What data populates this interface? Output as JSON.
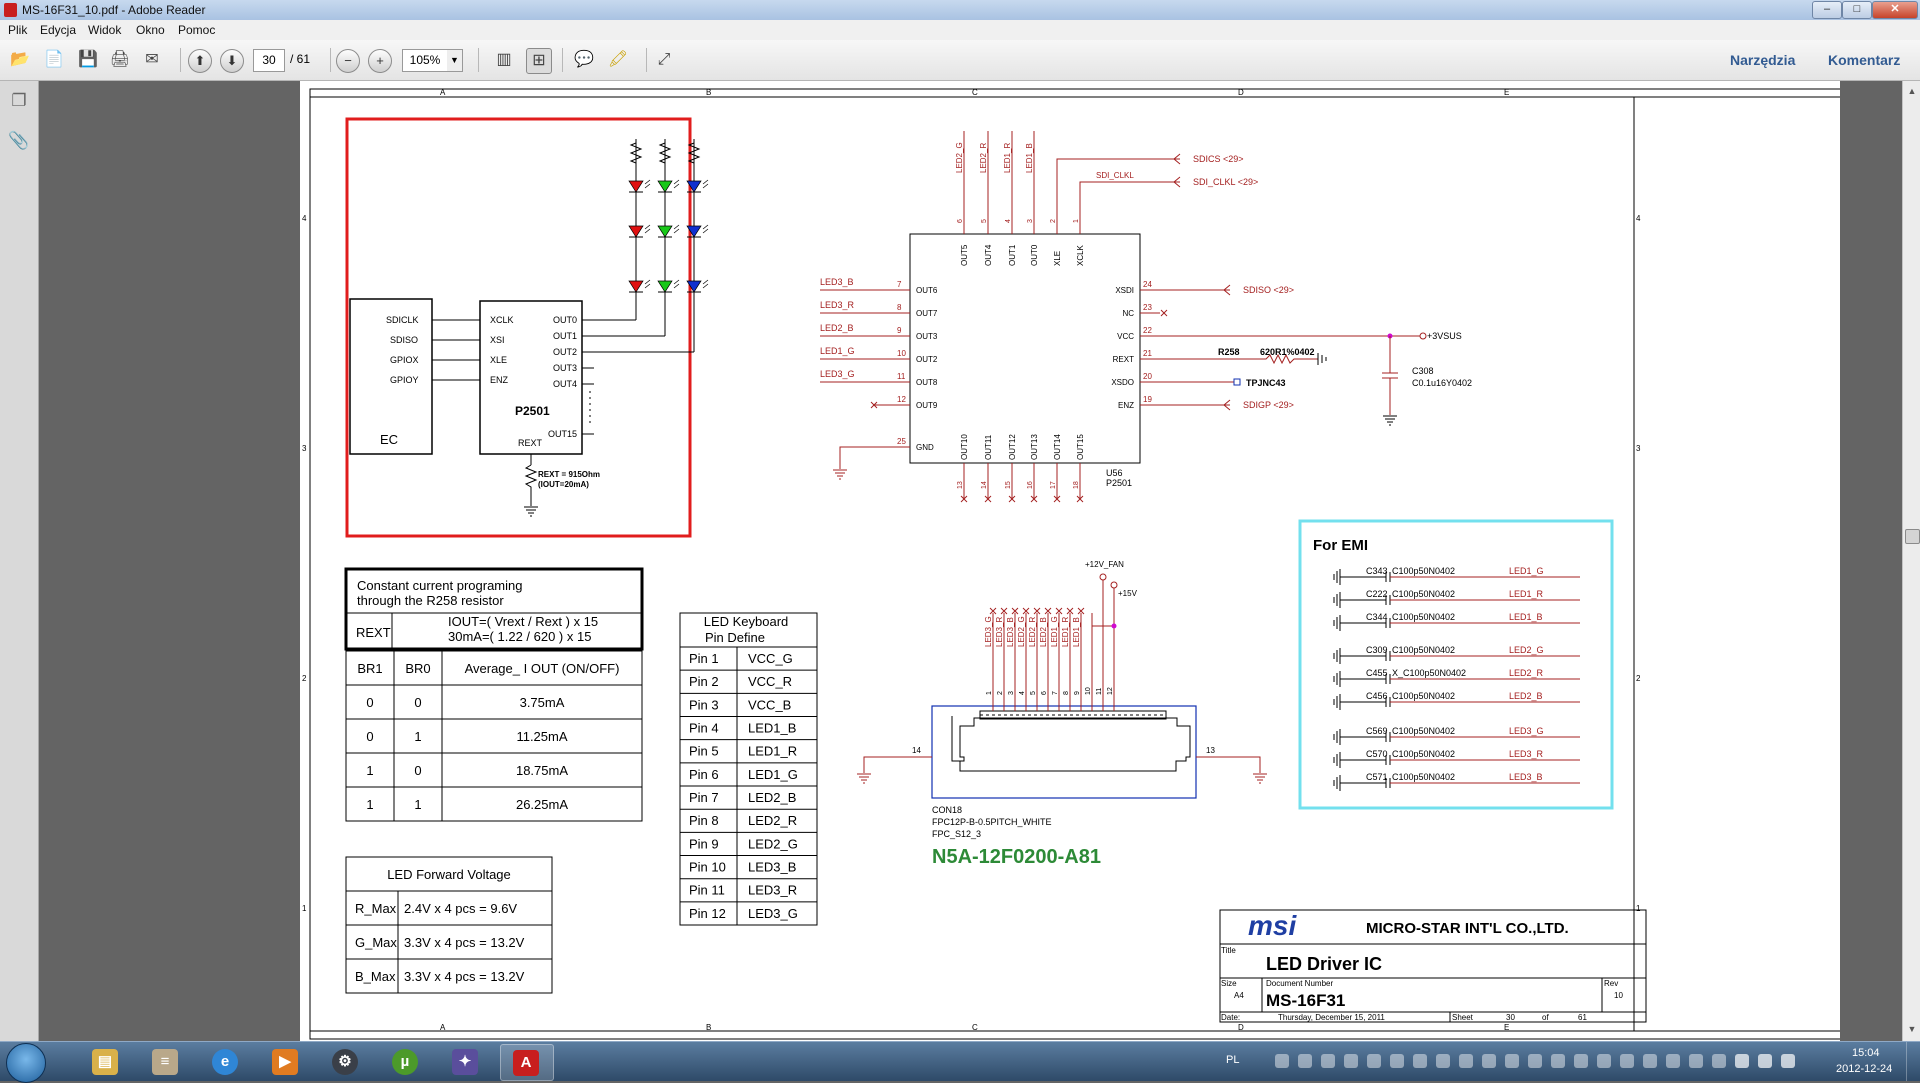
{
  "window": {
    "title": "MS-16F31_10.pdf - Adobe Reader",
    "min": "–",
    "max": "□",
    "close": "✕"
  },
  "menu": [
    "Plik",
    "Edycja",
    "Widok",
    "Okno",
    "Pomoc"
  ],
  "toolbar": {
    "page_current": "30",
    "page_total": "/ 61",
    "zoom": "105%",
    "tools_label": "Narzędzia",
    "comment_label": "Komentarz"
  },
  "schematic": {
    "zone_letters": [
      "A",
      "B",
      "C",
      "D",
      "E"
    ],
    "zone_numbers": [
      "4",
      "3",
      "2",
      "1"
    ],
    "diagram": {
      "ec_label": "EC",
      "ec_pins": [
        "SDICLK",
        "SDISO",
        "GPIOX",
        "GPIOY"
      ],
      "chip_left_pins": [
        "XCLK",
        "XSI",
        "XLE",
        "ENZ"
      ],
      "chip_right_pins": [
        "OUT0",
        "OUT1",
        "OUT2",
        "OUT3",
        "OUT4",
        "OUT15"
      ],
      "chip_name": "P2501",
      "rext_label": "REXT",
      "rext_note1": "REXT = 915Ohm",
      "rext_note2": "(IOUT=20mA)"
    },
    "current_box": {
      "line1": "Constant current programing",
      "line2": "through the R258 resistor",
      "rext_label": "REXT",
      "formula1": "IOUT=( Vrext / Rext ) x 15",
      "formula2": "30mA=( 1.22 /  620 )  x 15"
    },
    "br_table": {
      "headers": [
        "BR1",
        "BR0",
        "Average_ I OUT (ON/OFF)"
      ],
      "rows": [
        [
          "0",
          "0",
          "3.75mA"
        ],
        [
          "0",
          "1",
          "11.25mA"
        ],
        [
          "1",
          "0",
          "18.75mA"
        ],
        [
          "1",
          "1",
          "26.25mA"
        ]
      ]
    },
    "vf_table": {
      "title": "LED Forward Voltage",
      "rows": [
        [
          "R_Max",
          "2.4V x 4 pcs = 9.6V"
        ],
        [
          "G_Max",
          "3.3V x 4 pcs = 13.2V"
        ],
        [
          "B_Max",
          "3.3V x 4 pcs = 13.2V"
        ]
      ]
    },
    "pin_table": {
      "title1": "LED Keyboard",
      "title2": "Pin Define",
      "rows": [
        [
          "Pin 1",
          "VCC_G"
        ],
        [
          "Pin 2",
          "VCC_R"
        ],
        [
          "Pin 3",
          "VCC_B"
        ],
        [
          "Pin 4",
          "LED1_B"
        ],
        [
          "Pin 5",
          "LED1_R"
        ],
        [
          "Pin 6",
          "LED1_G"
        ],
        [
          "Pin 7",
          "LED2_B"
        ],
        [
          "Pin 8",
          "LED2_R"
        ],
        [
          "Pin 9",
          "LED2_G"
        ],
        [
          "Pin 10",
          "LED3_B"
        ],
        [
          "Pin 11",
          "LED3_R"
        ],
        [
          "Pin 12",
          "LED3_G"
        ]
      ]
    },
    "u56": {
      "top_nets": [
        "LED2_G",
        "LED2_R",
        "LED1_R",
        "LED1_B"
      ],
      "top_pin_nums": [
        "6",
        "5",
        "4",
        "3",
        "2",
        "1"
      ],
      "top_pins": [
        "OUT5",
        "OUT4",
        "OUT1",
        "OUT0",
        "XLE",
        "XCLK"
      ],
      "sdics": "SDICS  <29>",
      "sdi_clkl_wire": "SDI_CLKL",
      "sdi_clkl": "SDI_CLKL  <29>",
      "left_nets": [
        "LED3_B",
        "LED3_R",
        "LED2_B",
        "LED1_G",
        "LED3_G"
      ],
      "left_pin_nums": [
        "7",
        "8",
        "9",
        "10",
        "11",
        "12"
      ],
      "left_pins": [
        "OUT6",
        "OUT7",
        "OUT3",
        "OUT2",
        "OUT8",
        "OUT9"
      ],
      "gnd_pin": "GND",
      "gnd_num": "25",
      "right_pins": [
        "XSDI",
        "NC",
        "VCC",
        "REXT",
        "XSDO",
        "ENZ"
      ],
      "right_pin_nums": [
        "24",
        "23",
        "22",
        "21",
        "20",
        "19"
      ],
      "sdiso": "SDISO  <29>",
      "sdigp": "SDIGP  <29>",
      "vsus": "+3VSUS",
      "r258": "R258",
      "r258_val": "620R1%0402",
      "tpjnc": "TPJNC43",
      "c308": "C308",
      "c308_val": "C0.1u16Y0402",
      "bottom_pins": [
        "OUT10",
        "OUT11",
        "OUT12",
        "OUT13",
        "OUT14",
        "OUT15"
      ],
      "bottom_pin_nums": [
        "13",
        "14",
        "15",
        "16",
        "17",
        "18"
      ],
      "ref": "U56",
      "part": "P2501"
    },
    "con18": {
      "fan": "+12V_FAN",
      "v15": "+15V",
      "nets": [
        "LED3_G",
        "LED3_R",
        "LED3_B",
        "LED2_G",
        "LED2_R",
        "LED2_B",
        "LED1_G",
        "LED1_R",
        "LED1_B"
      ],
      "pin_nums": [
        "1",
        "2",
        "3",
        "4",
        "5",
        "6",
        "7",
        "8",
        "9",
        "10",
        "11",
        "12"
      ],
      "pin14": "14",
      "pin13": "13",
      "ref": "CON18",
      "desc1": "FPC12P-B-0.5PITCH_WHITE",
      "desc2": "FPC_S12_3",
      "partno": "N5A-12F0200-A81"
    },
    "emi": {
      "title": "For EMI",
      "caps": [
        [
          "C343",
          "C100p50N0402",
          "LED1_G"
        ],
        [
          "C222",
          "C100p50N0402",
          "LED1_R"
        ],
        [
          "C344",
          "C100p50N0402",
          "LED1_B"
        ],
        [
          "C309",
          "C100p50N0402",
          "LED2_G"
        ],
        [
          "C455",
          "X_C100p50N0402",
          "LED2_R"
        ],
        [
          "C456",
          "C100p50N0402",
          "LED2_B"
        ],
        [
          "C569",
          "C100p50N0402",
          "LED3_G"
        ],
        [
          "C570",
          "C100p50N0402",
          "LED3_R"
        ],
        [
          "C571",
          "C100p50N0402",
          "LED3_B"
        ]
      ]
    },
    "titleblock": {
      "logo": "msi",
      "company": "MICRO-STAR INT'L CO.,LTD.",
      "title_label": "Title",
      "title": "LED Driver IC",
      "size_label": "Size",
      "size": "A4",
      "docnum_label": "Document Number",
      "docnum": "MS-16F31",
      "rev_label": "Rev",
      "rev": "10",
      "date_label": "Date:",
      "date": "Thursday, December 15, 2011",
      "sheet_label": "Sheet",
      "sheet": "30",
      "of_label": "of",
      "sheets": "61"
    }
  },
  "taskbar": {
    "lang": "PL",
    "time": "15:04",
    "date": "2012-12-24"
  },
  "colors": {
    "wire": "#a42020",
    "black": "#000000",
    "frame_red": "#e11d1d",
    "emi_border": "#73e0ee",
    "partno_green": "#2d8a37",
    "taskbar": "#3e5c7e"
  }
}
